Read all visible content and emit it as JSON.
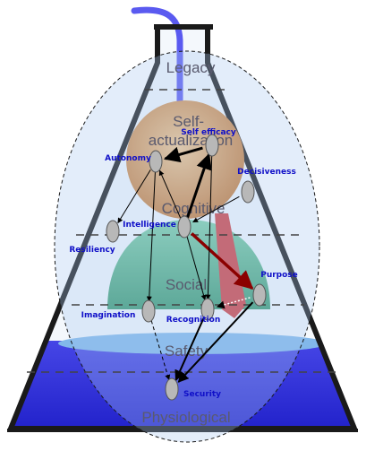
{
  "layers": [
    {
      "id": "legacy",
      "label": "Legacy"
    },
    {
      "id": "self-actualization",
      "label": "Self-\nactualization"
    },
    {
      "id": "cognitive",
      "label": "Cognitive"
    },
    {
      "id": "social",
      "label": "Social"
    },
    {
      "id": "safety",
      "label": "Safety"
    },
    {
      "id": "physiological",
      "label": "Physiological"
    }
  ],
  "nodes": [
    {
      "id": "self-efficacy",
      "label": "Self efficacy"
    },
    {
      "id": "autonomy",
      "label": "Autonomy"
    },
    {
      "id": "decisiveness",
      "label": "Decisiveness"
    },
    {
      "id": "intelligence",
      "label": "Intelligence"
    },
    {
      "id": "resiliency",
      "label": "Resiliency"
    },
    {
      "id": "purpose",
      "label": "Purpose"
    },
    {
      "id": "imagination",
      "label": "Imagination"
    },
    {
      "id": "recognition",
      "label": "Recognition"
    },
    {
      "id": "security",
      "label": "Security"
    }
  ],
  "edges": [
    {
      "from": "self-efficacy",
      "to": "autonomy",
      "style": "thick"
    },
    {
      "from": "intelligence",
      "to": "self-efficacy",
      "style": "thick"
    },
    {
      "from": "intelligence",
      "to": "purpose",
      "style": "thick"
    },
    {
      "from": "decisiveness",
      "to": "intelligence",
      "style": "thin"
    },
    {
      "from": "intelligence",
      "to": "autonomy",
      "style": "thin"
    },
    {
      "from": "autonomy",
      "to": "resiliency",
      "style": "thin"
    },
    {
      "from": "autonomy",
      "to": "imagination",
      "style": "thin"
    },
    {
      "from": "intelligence",
      "to": "recognition",
      "style": "thin"
    },
    {
      "from": "self-efficacy",
      "to": "recognition",
      "style": "thin"
    },
    {
      "from": "purpose",
      "to": "recognition",
      "style": "dotted"
    },
    {
      "from": "purpose",
      "to": "security",
      "style": "medium"
    },
    {
      "from": "recognition",
      "to": "security",
      "style": "medium"
    },
    {
      "from": "imagination",
      "to": "security",
      "style": "dashed"
    }
  ],
  "colors": {
    "flask_outline": "#1a1a1a",
    "tube": "#5a5af0",
    "liquid": "#2a2ad8",
    "liquid_surface": "#7fb7e8",
    "ellipse": "#a8c8ee",
    "head": "#e0a060",
    "body": "#5cb890",
    "tie": "#d04040",
    "node": "#b8b8b8",
    "label": "#1010c8",
    "edge_thick": "#000000",
    "edge_red": "#8b0000"
  }
}
